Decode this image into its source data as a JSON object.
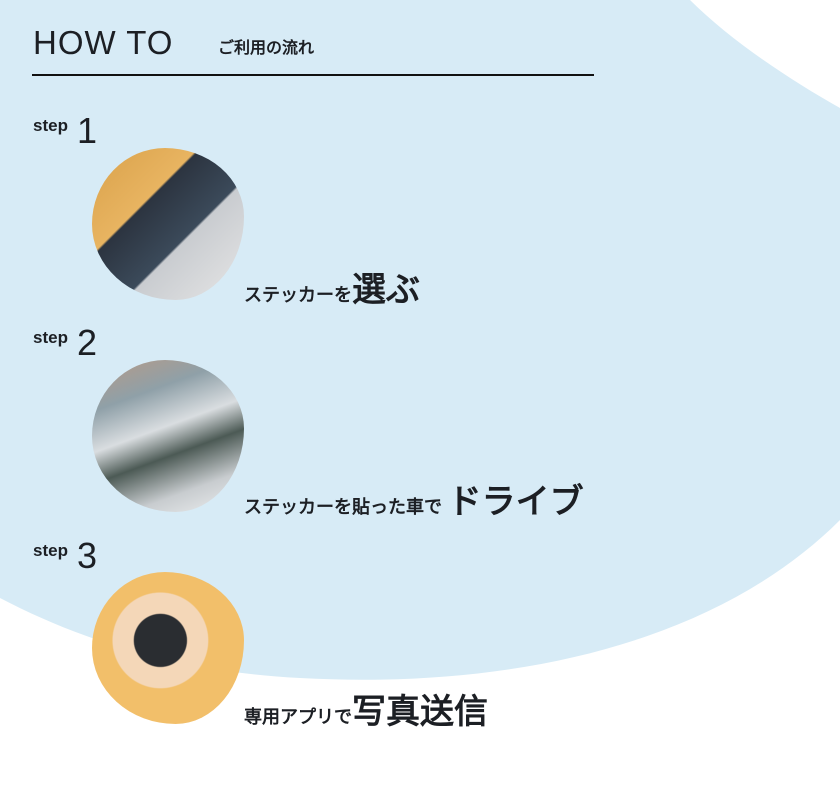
{
  "header": {
    "title": "HOW TO",
    "subtitle": "ご利用の流れ"
  },
  "colors": {
    "background_blob": "#d7ebf6",
    "text": "#1c1f24"
  },
  "steps": [
    {
      "word": "step",
      "number": "1",
      "caption_small": "ステッカーを",
      "caption_big": "選ぶ"
    },
    {
      "word": "step",
      "number": "2",
      "caption_small": "ステッカーを貼った車で",
      "caption_big": "ドライブ"
    },
    {
      "word": "step",
      "number": "3",
      "caption_small": "専用アプリで",
      "caption_big": "写真送信"
    }
  ]
}
